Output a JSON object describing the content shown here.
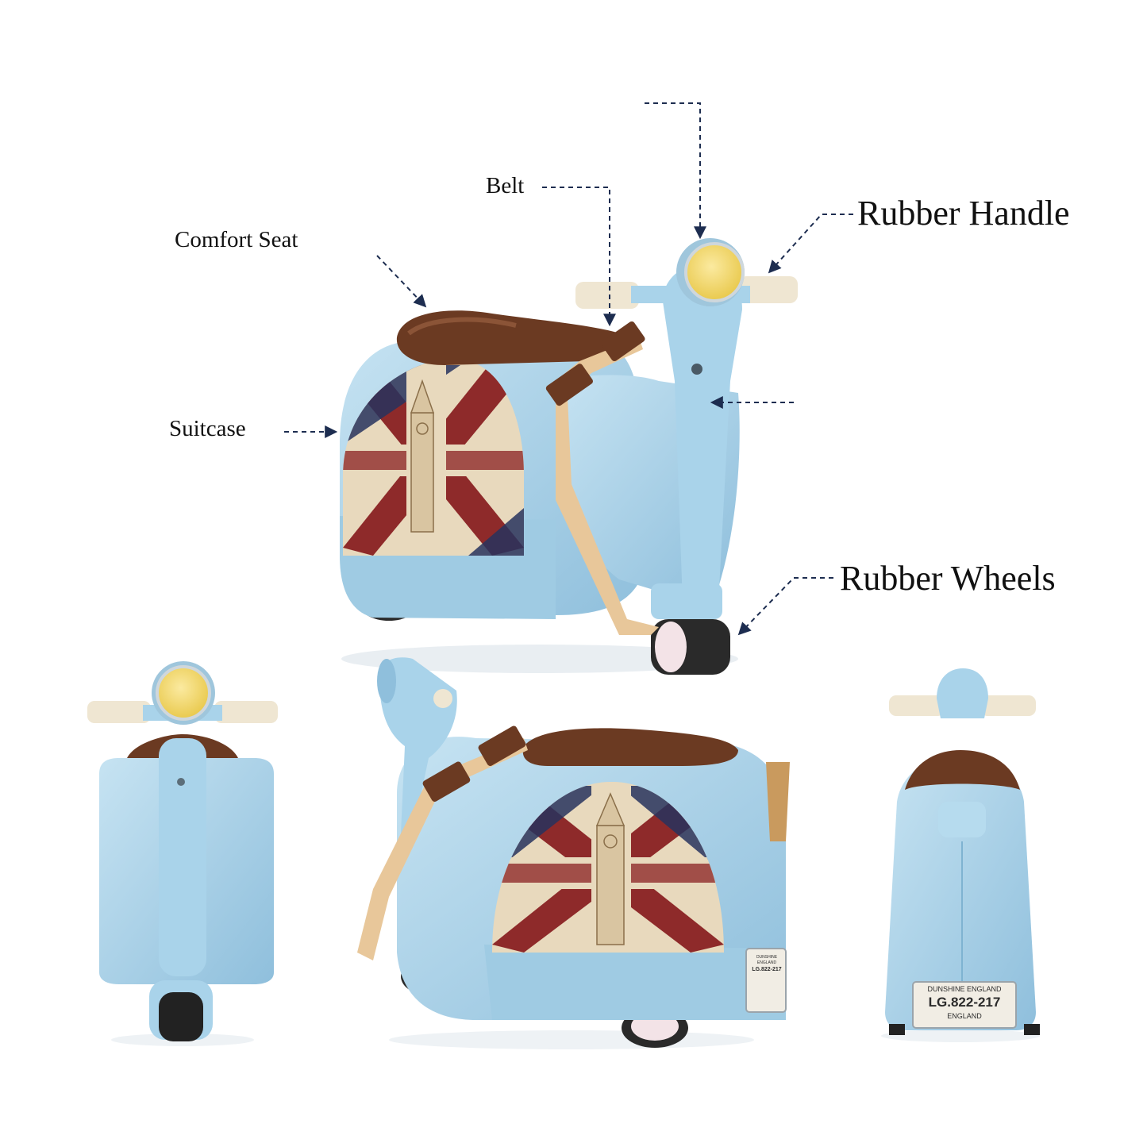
{
  "callouts": {
    "comfort_seat": "Comfort Seat",
    "belt": "Belt",
    "suitcase": "Suitcase",
    "rubber_handle": "Rubber Handle",
    "rubber_wheels": "Rubber Wheels"
  },
  "plates": {
    "side_plate_line1": "DUNSHINE ENGLAND",
    "side_plate_number": "LG.822-217",
    "rear_plate_line1": "DUNSHINE ENGLAND",
    "rear_plate_number": "LG.822-217",
    "rear_plate_line2": "ENGLAND"
  },
  "palette": {
    "body_blue": "#a9d3ea",
    "body_shade": "#7fb3d1",
    "seat_brown": "#6b3a22",
    "strap_tan": "#e8c79a",
    "grip_cream": "#efe6d2",
    "lamp_yellow": "#f4da6a",
    "flag_red": "#8e2a2a",
    "flag_blue": "#27325e",
    "flag_cream": "#e8d9bd",
    "leader_navy": "#1d2d50"
  },
  "icons": {
    "arrow": "arrowhead-icon",
    "headlamp": "headlamp-icon",
    "wheel": "wheel-icon"
  }
}
